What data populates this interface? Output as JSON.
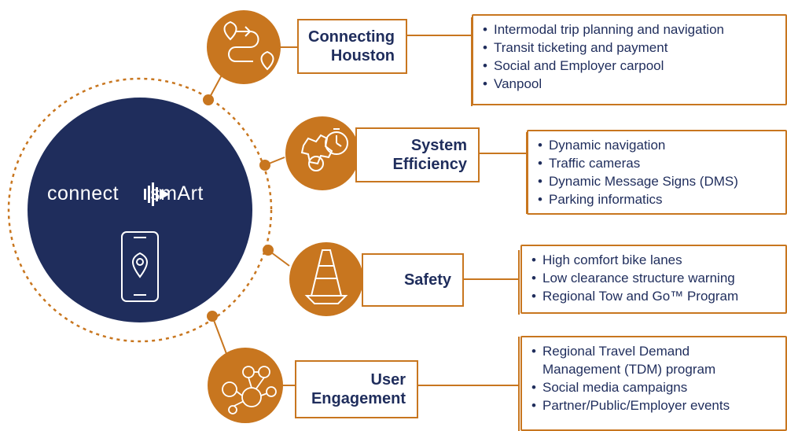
{
  "brand": {
    "logo_text_left": "connect",
    "logo_text_right": "smArt",
    "hub_icon": "smartphone-location-icon"
  },
  "colors": {
    "orange": "#c8761f",
    "navy": "#1f2d5c",
    "white": "#ffffff"
  },
  "categories": [
    {
      "label_line1": "Connecting",
      "label_line2": "Houston",
      "icon": "route-pins-icon",
      "items": [
        "Intermodal trip planning and navigation",
        "Transit ticketing and payment",
        "Social and Employer carpool",
        "Vanpool"
      ]
    },
    {
      "label_line1": "System",
      "label_line2": "Efficiency",
      "icon": "gear-clock-icon",
      "items": [
        "Dynamic navigation",
        "Traffic cameras",
        "Dynamic Message Signs (DMS)",
        "Parking informatics"
      ]
    },
    {
      "label_line1": "Safety",
      "label_line2": "",
      "icon": "traffic-cone-icon",
      "items": [
        "High comfort bike lanes",
        "Low clearance structure warning",
        "Regional Tow and Go™ Program"
      ]
    },
    {
      "label_line1": "User",
      "label_line2": "Engagement",
      "icon": "people-network-icon",
      "items": [
        "Regional Travel Demand",
        "Management (TDM) program",
        "Social media campaigns",
        "Partner/Public/Employer events"
      ]
    }
  ]
}
